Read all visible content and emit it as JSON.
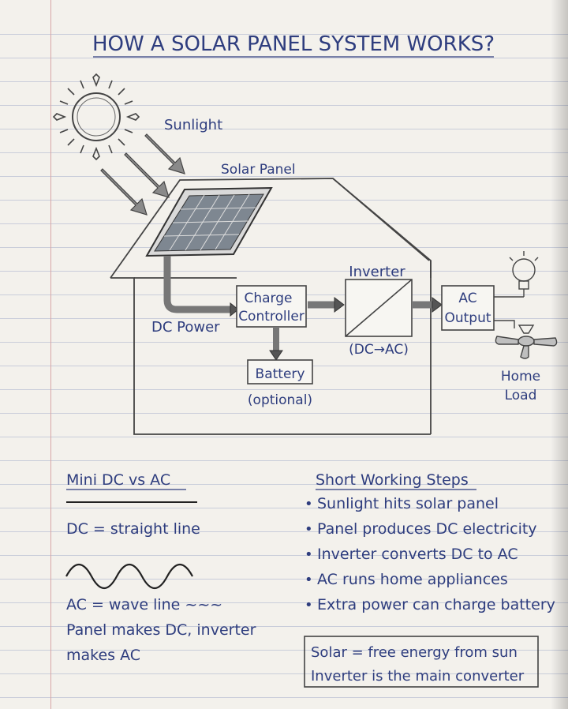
{
  "title": "HOW A SOLAR PANEL SYSTEM WORKS?",
  "diagram": {
    "sunlight_label": "Sunlight",
    "solar_panel_label": "Solar Panel",
    "dc_power_label": "DC Power",
    "charge_controller_label": [
      "Charge",
      "Controller"
    ],
    "inverter_label": "Inverter",
    "inverter_note": "(DC→AC)",
    "battery_label": "Battery",
    "battery_note": "(optional)",
    "ac_output_label": [
      "AC",
      "Output"
    ],
    "home_load_label": [
      "Home",
      "Load"
    ]
  },
  "mini": {
    "heading": "Mini DC vs AC",
    "dc_line": "DC = straight line",
    "ac_line": "AC = wave line ~~~",
    "note_line1": "Panel makes DC, inverter",
    "note_line2": "makes AC"
  },
  "steps": {
    "heading": "Short Working Steps",
    "items": [
      "Sunlight hits solar panel",
      "Panel produces DC electricity",
      "Inverter converts DC to AC",
      "AC runs home appliances",
      "Extra power can charge battery"
    ]
  },
  "summary": {
    "line1": "Solar = free energy from sun",
    "line2": "Inverter is the main converter"
  }
}
